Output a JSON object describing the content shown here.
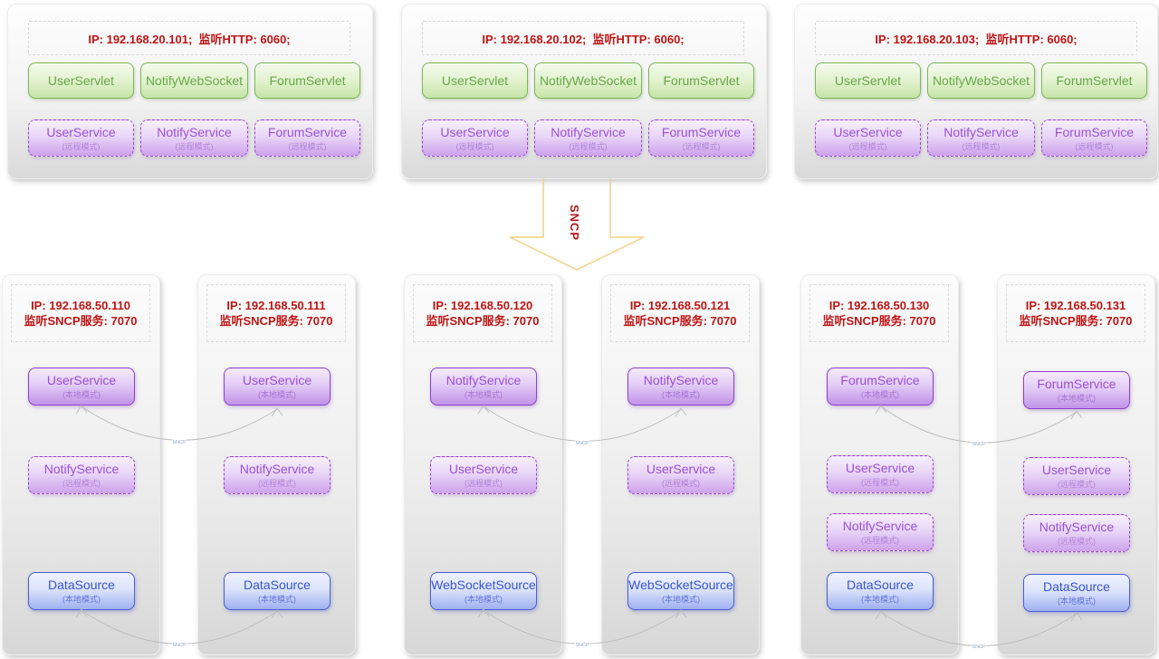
{
  "arrow": {
    "label": "SNCP"
  },
  "link_label": "SNCP",
  "colors": {
    "header_text": "#be1414",
    "servlet_green": "#68a747",
    "service_purple": "#9a4fd4",
    "source_blue": "#3a55cc",
    "arrow_gold": "#f3cf8a",
    "connector_gray": "#bdbdbd"
  },
  "web_servers": [
    {
      "header": "IP: 192.168.20.101;  监听HTTP: 6060;",
      "servlets": [
        "UserServlet",
        "NotifyWebSocket",
        "ForumServlet"
      ],
      "services": [
        {
          "name": "UserService",
          "mode": "(远程模式)"
        },
        {
          "name": "NotifyService",
          "mode": "(远程模式)"
        },
        {
          "name": "ForumService",
          "mode": "(远程模式)"
        }
      ]
    },
    {
      "header": "IP: 192.168.20.102;  监听HTTP: 6060;",
      "servlets": [
        "UserServlet",
        "NotifyWebSocket",
        "ForumServlet"
      ],
      "services": [
        {
          "name": "UserService",
          "mode": "(远程模式)"
        },
        {
          "name": "NotifyService",
          "mode": "(远程模式)"
        },
        {
          "name": "ForumService",
          "mode": "(远程模式)"
        }
      ]
    },
    {
      "header": "IP: 192.168.20.103;  监听HTTP: 6060;",
      "servlets": [
        "UserServlet",
        "NotifyWebSocket",
        "ForumServlet"
      ],
      "services": [
        {
          "name": "UserService",
          "mode": "(远程模式)"
        },
        {
          "name": "NotifyService",
          "mode": "(远程模式)"
        },
        {
          "name": "ForumService",
          "mode": "(远程模式)"
        }
      ]
    }
  ],
  "service_nodes": [
    {
      "ip": "IP: 192.168.50.110",
      "listen": "监听SNCP服务: 7070",
      "services": [
        {
          "name": "UserService",
          "mode": "(本地模式)",
          "type": "local"
        },
        {
          "name": "NotifyService",
          "mode": "(远程模式)",
          "type": "remote"
        },
        {
          "name": "DataSource",
          "mode": "(本地模式)",
          "type": "source"
        }
      ]
    },
    {
      "ip": "IP: 192.168.50.111",
      "listen": "监听SNCP服务: 7070",
      "services": [
        {
          "name": "UserService",
          "mode": "(本地模式)",
          "type": "local"
        },
        {
          "name": "NotifyService",
          "mode": "(远程模式)",
          "type": "remote"
        },
        {
          "name": "DataSource",
          "mode": "(本地模式)",
          "type": "source"
        }
      ]
    },
    {
      "ip": "IP: 192.168.50.120",
      "listen": "监听SNCP服务: 7070",
      "services": [
        {
          "name": "NotifyService",
          "mode": "(本地模式)",
          "type": "local"
        },
        {
          "name": "UserService",
          "mode": "(远程模式)",
          "type": "remote"
        },
        {
          "name": "WebSocketSource",
          "mode": "(本地模式)",
          "type": "source"
        }
      ]
    },
    {
      "ip": "IP: 192.168.50.121",
      "listen": "监听SNCP服务: 7070",
      "services": [
        {
          "name": "NotifyService",
          "mode": "(本地模式)",
          "type": "local"
        },
        {
          "name": "UserService",
          "mode": "(远程模式)",
          "type": "remote"
        },
        {
          "name": "WebSocketSource",
          "mode": "(本地模式)",
          "type": "source"
        }
      ]
    },
    {
      "ip": "IP: 192.168.50.130",
      "listen": "监听SNCP服务: 7070",
      "services": [
        {
          "name": "ForumService",
          "mode": "(本地模式)",
          "type": "local"
        },
        {
          "name": "UserService",
          "mode": "(远程模式)",
          "type": "remote"
        },
        {
          "name": "NotifyService",
          "mode": "(远程模式)",
          "type": "remote"
        },
        {
          "name": "DataSource",
          "mode": "(本地模式)",
          "type": "source"
        }
      ]
    },
    {
      "ip": "IP: 192.168.50.131",
      "listen": "监听SNCP服务: 7070",
      "services": [
        {
          "name": "ForumService",
          "mode": "(本地模式)",
          "type": "local"
        },
        {
          "name": "UserService",
          "mode": "(远程模式)",
          "type": "remote"
        },
        {
          "name": "NotifyService",
          "mode": "(远程模式)",
          "type": "remote"
        },
        {
          "name": "DataSource",
          "mode": "(本地模式)",
          "type": "source"
        }
      ]
    }
  ]
}
